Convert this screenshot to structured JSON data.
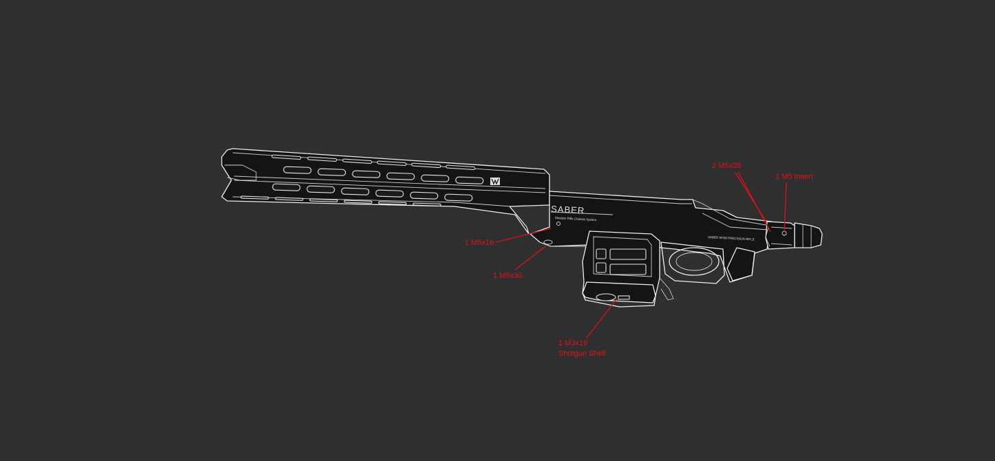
{
  "colors": {
    "background": "#2f2f2f",
    "callout": "#e01414",
    "outline": "#eeeeee",
    "body_fill": "#141414"
  },
  "product_marking": {
    "brand": "SABER",
    "tagline": "Modular Rifle Chassis System",
    "side_marking": "SABER M700 PRECISION RIFLE"
  },
  "callouts": [
    {
      "id": "m5x28",
      "text": "2 M5x28"
    },
    {
      "id": "m5-insert",
      "text": "1 M5 Insert"
    },
    {
      "id": "m5x16",
      "text": "1 M5x16"
    },
    {
      "id": "m5x30",
      "text": "1 M5x30"
    },
    {
      "id": "m3x16",
      "text": "1 M3x16"
    },
    {
      "id": "shotgun-shell",
      "text": "Shotgun Shell"
    }
  ]
}
